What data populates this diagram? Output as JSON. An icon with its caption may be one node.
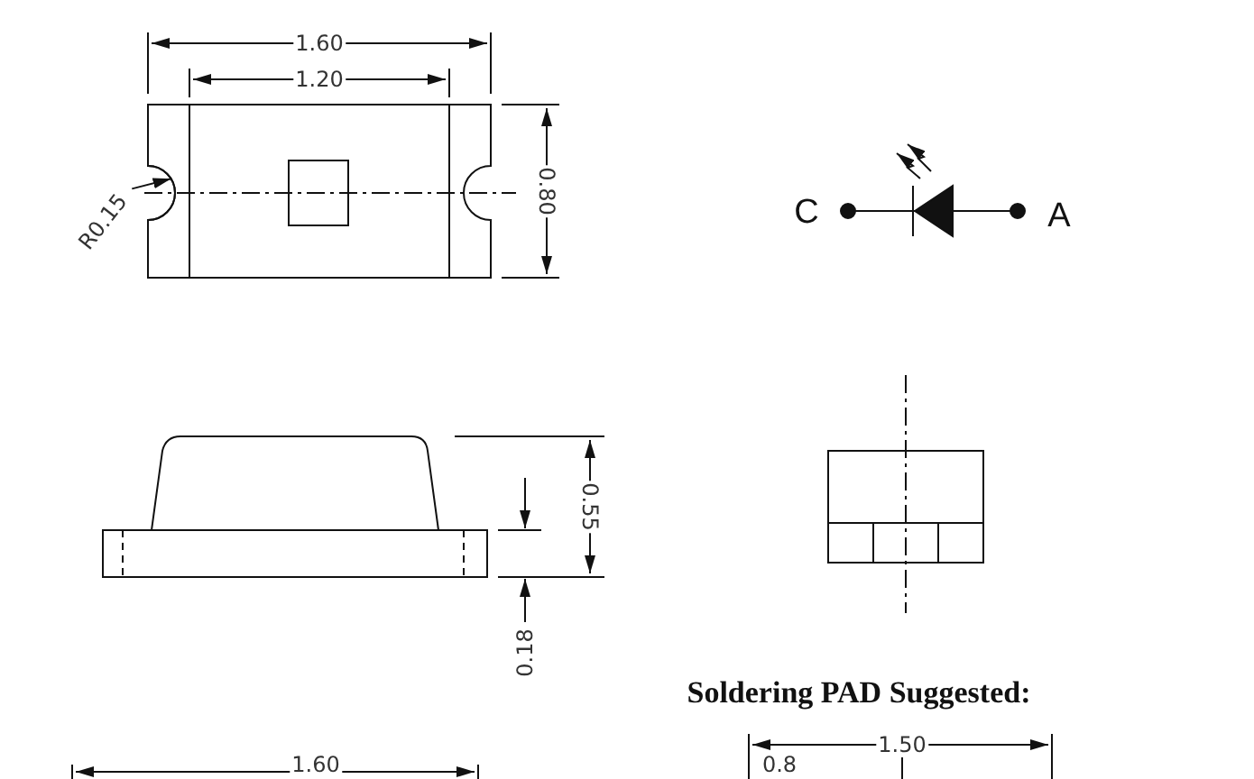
{
  "diagram": {
    "nodes": [
      {
        "text": [
          "R0.15"
        ]
      },
      {
        "text": [],
        "shape": "arc"
      }
    ],
    "edges": [
      {
        "from": 0,
        "to": 1,
        "arrow": "to"
      }
    ],
    "labels": [
      "1.60",
      "1.20",
      "0.80",
      "C",
      "A",
      "0.55",
      "0.18",
      "Soldering PAD Suggested:",
      "1.50",
      "1.60",
      "0.8"
    ]
  }
}
